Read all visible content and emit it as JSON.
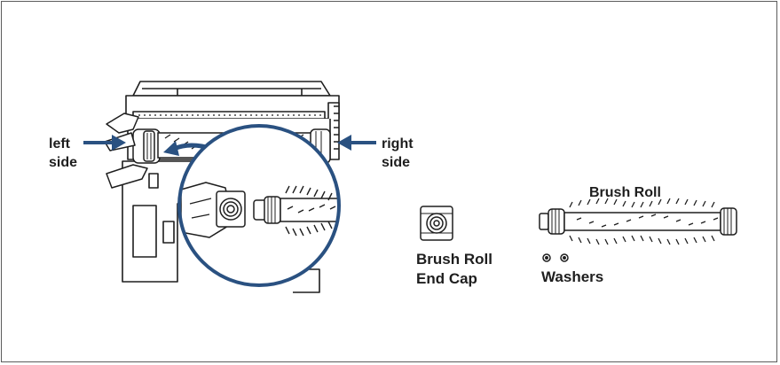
{
  "labels": {
    "left_side": [
      "left",
      "side"
    ],
    "right_side": [
      "right",
      "side"
    ],
    "brush_roll": "Brush Roll",
    "end_cap": [
      "Brush Roll",
      "End Cap"
    ],
    "washers": "Washers"
  },
  "colors": {
    "accent": "#2a5181",
    "ink": "#1e1e1e",
    "callout_circle": "#2a5181"
  },
  "icons": {
    "left_arrow": "arrow-right-icon",
    "right_arrow": "arrow-left-icon"
  }
}
